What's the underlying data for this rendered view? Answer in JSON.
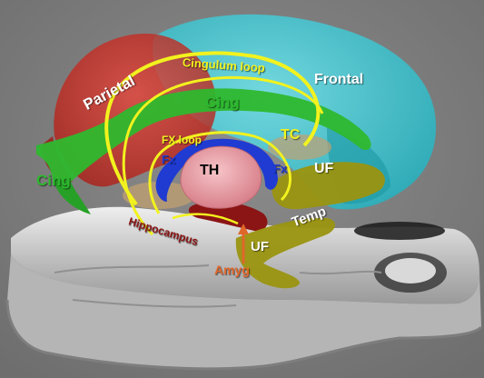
{
  "labels": {
    "parietal": "Parietal",
    "frontal": "Frontal",
    "cingulum_loop": "Cingulum loop",
    "cing_top": "Cing",
    "cing_left": "Cing",
    "tc": "TC",
    "fx_loop": "FX loop",
    "fx_left": "Fx",
    "fx_right": "Fx",
    "th": "TH",
    "uf_upper": "UF",
    "uf_lower": "UF",
    "temp": "Temp",
    "hippocampus": "Hippocampus",
    "amyg": "Amyg"
  },
  "colors": {
    "background": "#7a7a7a",
    "parietal": "#d42a1e",
    "frontal": "#3fd2dc",
    "cingulum": "#2eb82e",
    "loop": "#f2f21e",
    "thalamus": "#e89aa2",
    "fornix": "#1f3bd1",
    "uncinate": "#9a9410",
    "hippocampus": "#8b1414",
    "amygdala": "#e0672a",
    "slice": "#cfcfcf"
  }
}
